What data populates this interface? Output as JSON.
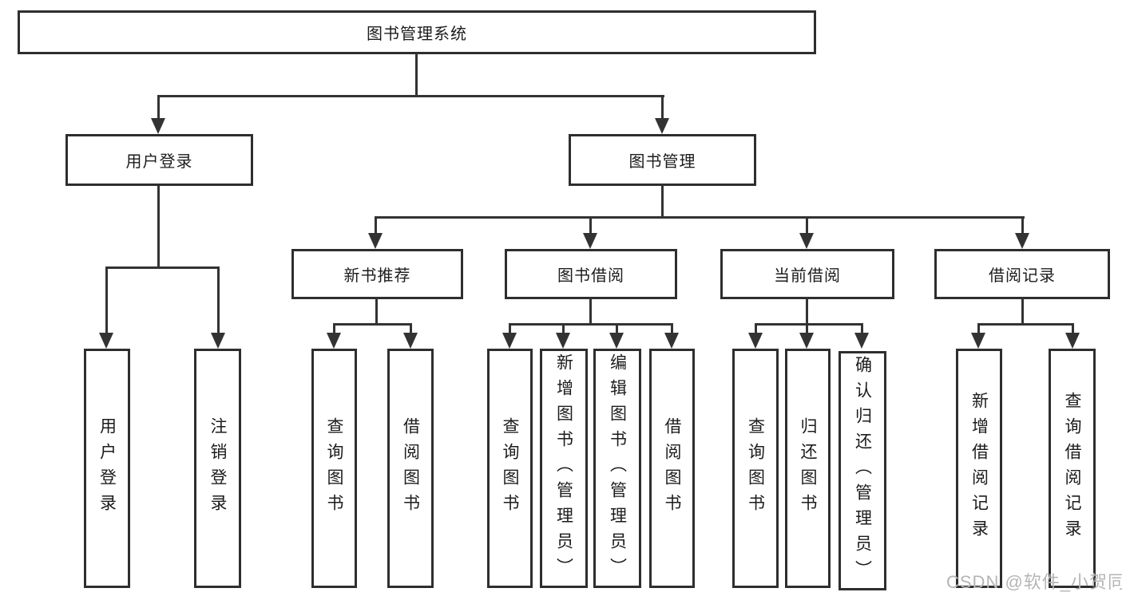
{
  "diagram": {
    "root": {
      "label": "图书管理系统"
    },
    "user_login": {
      "label": "用户登录",
      "children": [
        {
          "label": "用户登录"
        },
        {
          "label": "注销登录"
        }
      ]
    },
    "book_mgmt": {
      "label": "图书管理",
      "sections": [
        {
          "label": "新书推荐",
          "children": [
            {
              "label": "查询图书"
            },
            {
              "label": "借阅图书"
            }
          ]
        },
        {
          "label": "图书借阅",
          "children": [
            {
              "label": "查询图书"
            },
            {
              "label": "新增图书（管理员）"
            },
            {
              "label": "编辑图书（管理员）"
            },
            {
              "label": "借阅图书"
            }
          ]
        },
        {
          "label": "当前借阅",
          "children": [
            {
              "label": "查询图书"
            },
            {
              "label": "归还图书"
            },
            {
              "label": "确认归还（管理员）"
            }
          ]
        },
        {
          "label": "借阅记录",
          "children": [
            {
              "label": "新增借阅记录"
            },
            {
              "label": "查询借阅记录"
            }
          ]
        }
      ]
    },
    "watermark": "CSDN @软件_小贺同学",
    "colors": {
      "line": "#333333",
      "text": "#1c1c1c",
      "watermark": "#b5b5b5",
      "background": "#ffffff"
    }
  }
}
